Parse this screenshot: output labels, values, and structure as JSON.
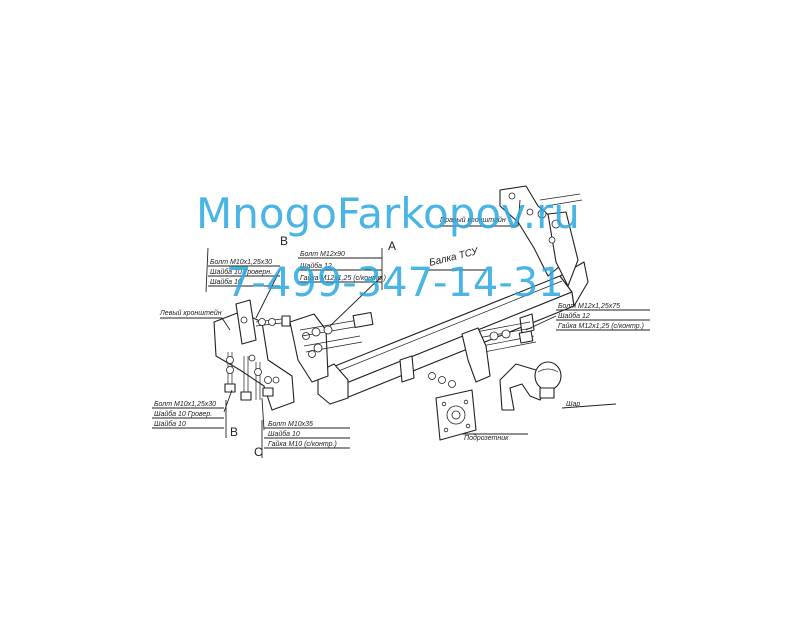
{
  "watermark": {
    "site": "MnogoFarkopov.ru",
    "phone": "7-499-347-14-31",
    "color": "#2aa8e0"
  },
  "callouts": {
    "left_bracket": "Левый кронштейн",
    "right_bracket": "Правый кронштейн",
    "beam": "Балка ТСУ",
    "ball": "Шар",
    "socket_plate": "Подрозетник",
    "bolts_b_top": [
      "Болт М10х1,25х30",
      "Шайба 10 Гроверн.",
      "Шайба 10"
    ],
    "bolts_a": [
      "Болт М12х90",
      "Шайба 12",
      "Гайка М12х1,25 (с/контр.)"
    ],
    "bolts_b_bottom": [
      "Болт М10х1,25х30",
      "Шайба 10 Гровер.",
      "Шайба 10"
    ],
    "bolts_c": [
      "Болт М10х35",
      "Шайба 10",
      "Гайка М10 (с/контр.)"
    ],
    "bolts_ball": [
      "Болт М12х1,25х75",
      "Шайба 12",
      "Гайка М12х1,25 (с/контр.)"
    ]
  },
  "letters": {
    "b_top": "B",
    "a": "A",
    "b_bottom": "B",
    "c": "C"
  }
}
